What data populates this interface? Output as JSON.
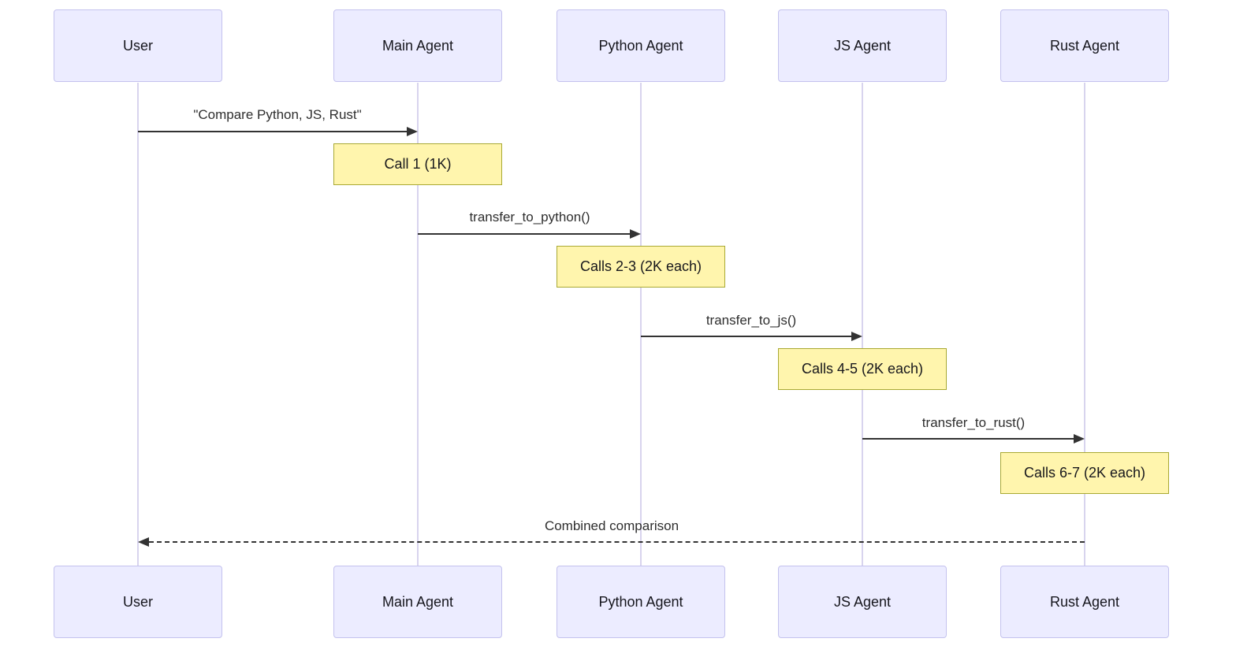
{
  "diagram_type": "sequence-diagram",
  "participants": [
    {
      "id": "user",
      "label": "User"
    },
    {
      "id": "main-agent",
      "label": "Main Agent"
    },
    {
      "id": "python-agent",
      "label": "Python Agent"
    },
    {
      "id": "js-agent",
      "label": "JS Agent"
    },
    {
      "id": "rust-agent",
      "label": "Rust Agent"
    }
  ],
  "messages": [
    {
      "label": "\"Compare Python, JS, Rust\"",
      "from": "User",
      "to": "Main Agent",
      "line": "solid",
      "direction": "right"
    },
    {
      "label": "transfer_to_python()",
      "from": "Main Agent",
      "to": "Python Agent",
      "line": "solid",
      "direction": "right"
    },
    {
      "label": "transfer_to_js()",
      "from": "Python Agent",
      "to": "JS Agent",
      "line": "solid",
      "direction": "right"
    },
    {
      "label": "transfer_to_rust()",
      "from": "JS Agent",
      "to": "Rust Agent",
      "line": "solid",
      "direction": "right"
    },
    {
      "label": "Combined comparison",
      "from": "Rust Agent",
      "to": "User",
      "line": "dashed",
      "direction": "left"
    }
  ],
  "notes": [
    {
      "label": "Call 1 (1K)",
      "over": "Main Agent"
    },
    {
      "label": "Calls 2-3 (2K each)",
      "over": "Python Agent"
    },
    {
      "label": "Calls 4-5 (2K each)",
      "over": "JS Agent"
    },
    {
      "label": "Calls 6-7 (2K each)",
      "over": "Rust Agent"
    }
  ],
  "colors": {
    "background": "#ffffff",
    "actor_fill": "#ECECFF",
    "actor_border": "#c4c2ee",
    "lifeline": "#d8d4ee",
    "note_fill": "#FFF5AD",
    "note_border": "#a9a933",
    "arrow": "#333333",
    "text": "#16161d"
  }
}
